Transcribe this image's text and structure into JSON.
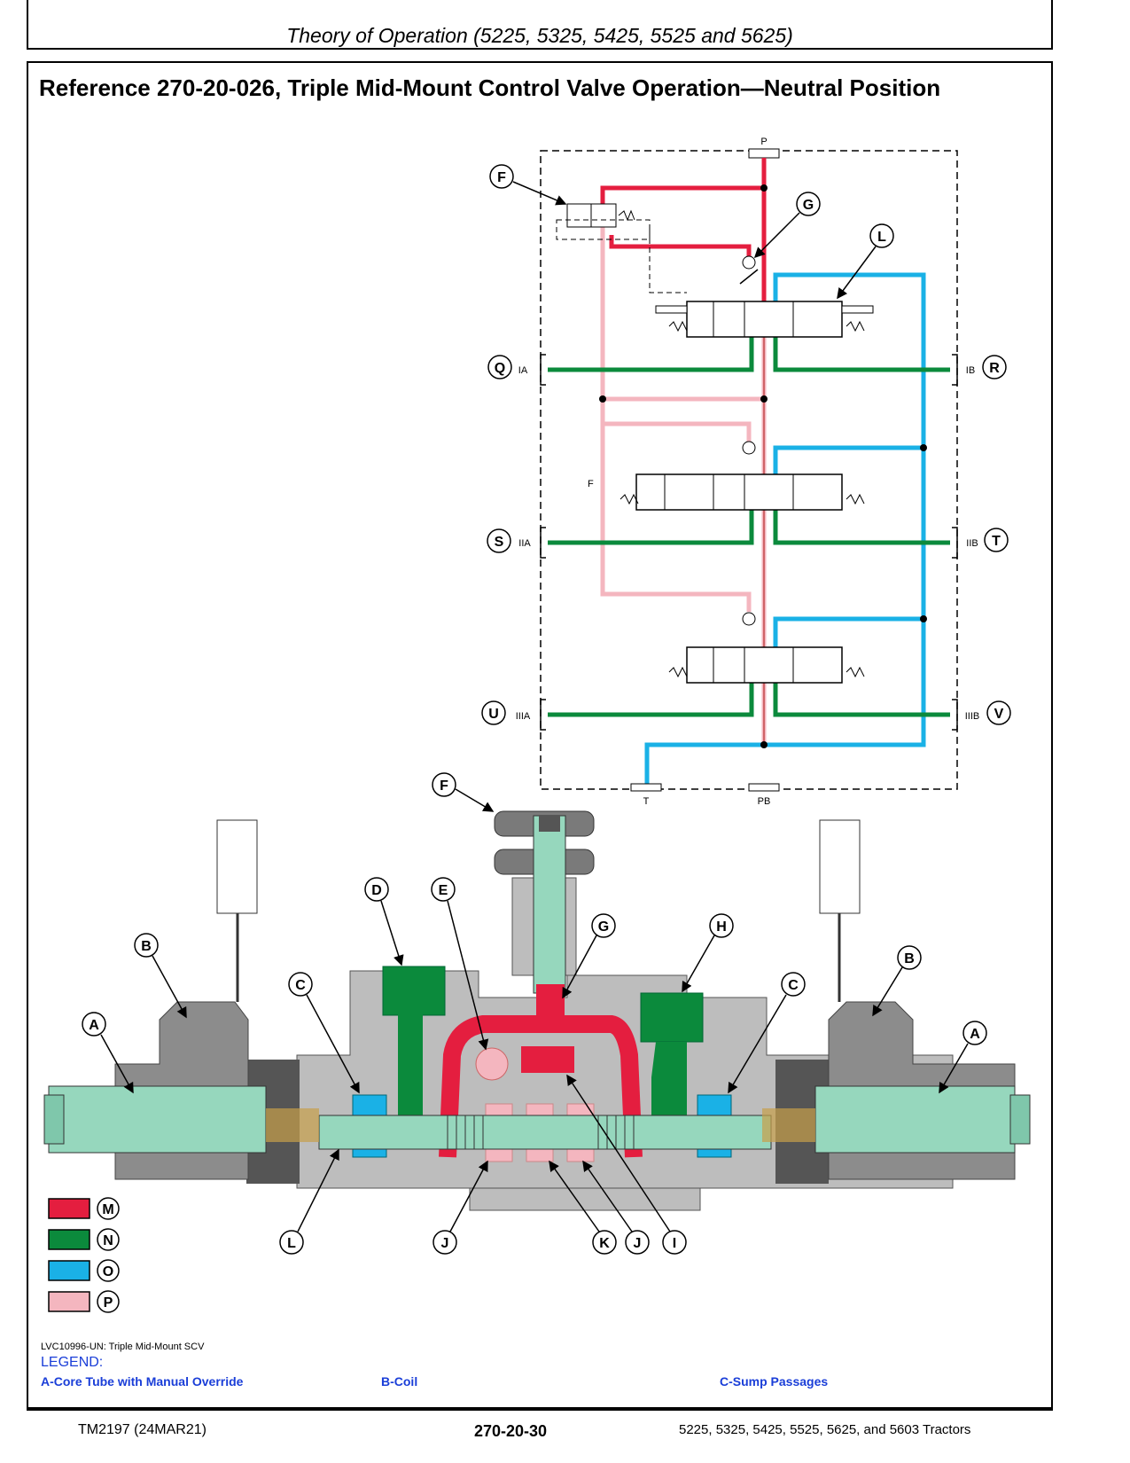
{
  "header": {
    "title": "Theory of Operation (5225, 5325, 5425, 5525 and 5625)"
  },
  "page_title": "Reference 270-20-026, Triple Mid-Mount Control Valve Operation—Neutral Position",
  "schematic": {
    "ports": {
      "p": "P",
      "t": "T",
      "pb": "PB",
      "ia": "IA",
      "ib": "IB",
      "iia": "IIA",
      "iib": "IIB",
      "iiia": "IIIA",
      "iiib": "IIIB",
      "f": "F"
    },
    "callouts": {
      "f": "F",
      "g": "G",
      "l": "L",
      "q": "Q",
      "r": "R",
      "s": "S",
      "t": "T",
      "u": "U",
      "v": "V"
    }
  },
  "cutaway": {
    "callouts": {
      "f": "F",
      "d": "D",
      "e": "E",
      "g": "G",
      "h": "H",
      "b_left": "B",
      "b_right": "B",
      "c_left": "C",
      "c_right": "C",
      "a_left": "A",
      "a_right": "A",
      "l": "L",
      "j1": "J",
      "k": "K",
      "j2": "J",
      "i": "I"
    }
  },
  "color_key": [
    {
      "letter": "M",
      "color": "#e41e3f"
    },
    {
      "letter": "N",
      "color": "#0b8a3c"
    },
    {
      "letter": "O",
      "color": "#1ab1e6"
    },
    {
      "letter": "P",
      "color": "#f4b6bf"
    }
  ],
  "caption": "LVC10996-UN: Triple Mid-Mount SCV",
  "legend": {
    "heading": "LEGEND:",
    "items": [
      "A-Core Tube with Manual Override",
      "B-Coil",
      "C-Sump Passages"
    ]
  },
  "footer": {
    "left": "TM2197 (24MAR21)",
    "center": "270-20-30",
    "right": "5225, 5325, 5425, 5525, 5625, and 5603 Tractors"
  },
  "colors": {
    "pressure": "#e41e3f",
    "work": "#0b8a3c",
    "return": "#1ab1e6",
    "trapped": "#f4b6bf",
    "legend_text": "#1a3ed8"
  }
}
